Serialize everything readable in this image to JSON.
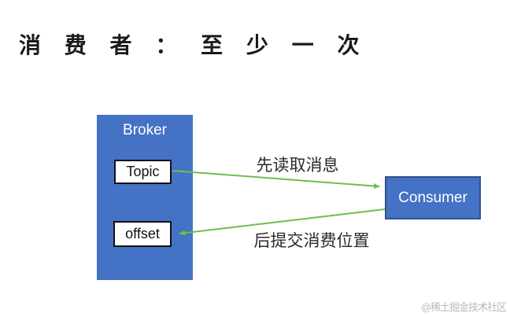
{
  "title": "消 费 者 ： 至 少 一 次",
  "diagram": {
    "broker": {
      "label": "Broker"
    },
    "topic": {
      "label": "Topic"
    },
    "offset": {
      "label": "offset"
    },
    "consumer": {
      "label": "Consumer"
    },
    "arrows": [
      {
        "name": "read-message",
        "label": "先读取消息",
        "from": "Topic",
        "to": "Consumer"
      },
      {
        "name": "commit-offset",
        "label": "后提交消费位置",
        "from": "Consumer",
        "to": "offset"
      }
    ]
  },
  "colors": {
    "node_fill_blue": "#4472C4",
    "consumer_border": "#2F528F",
    "arrow_green": "#6CBE51",
    "inner_node_border": "#111111",
    "title_text": "#1a1a1a",
    "watermark_gray": "#b9b9b9"
  },
  "watermark": {
    "text": "@稀土掘金技术社区"
  }
}
